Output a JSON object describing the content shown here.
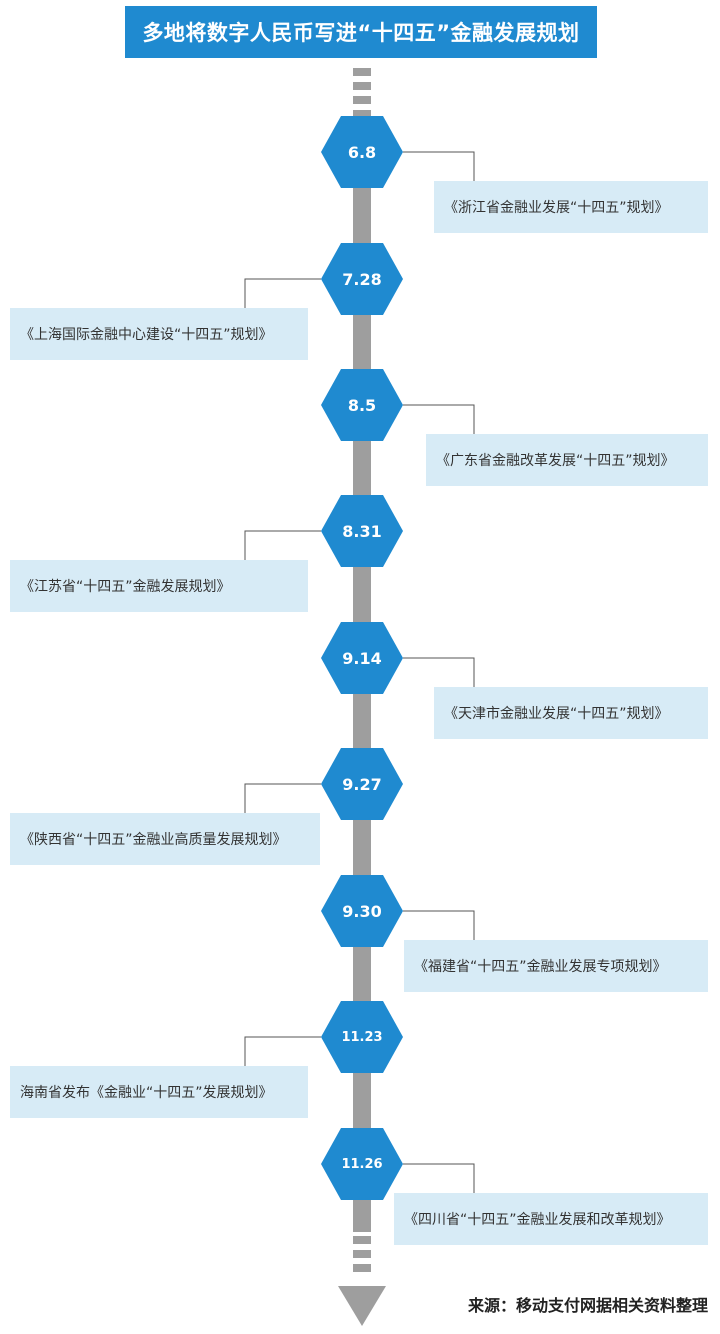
{
  "title": "多地将数字人民币写进“十四五”金融发展规划",
  "source": "来源：移动支付网据相关资料整理",
  "colors": {
    "title_bg": "#1f8ad0",
    "hex": "#1f8ad0",
    "label_bg": "#d7ebf6",
    "timeline": "#9e9e9e",
    "connector": "#555555"
  },
  "events": [
    {
      "date": "6.8",
      "plan": "《浙江省金融业发展“十四五”规划》"
    },
    {
      "date": "7.28",
      "plan": "《上海国际金融中心建设“十四五”规划》"
    },
    {
      "date": "8.5",
      "plan": "《广东省金融改革发展“十四五”规划》"
    },
    {
      "date": "8.31",
      "plan": "《江苏省“十四五”金融发展规划》"
    },
    {
      "date": "9.14",
      "plan": "《天津市金融业发展“十四五”规划》"
    },
    {
      "date": "9.27",
      "plan": "《陕西省“十四五”金融业高质量发展规划》"
    },
    {
      "date": "9.30",
      "plan": "《福建省“十四五”金融业发展专项规划》"
    },
    {
      "date": "11.23",
      "plan": "海南省发布《金融业“十四五”发展规划》"
    },
    {
      "date": "11.26",
      "plan": "《四川省“十四五”金融业发展和改革规划》"
    }
  ]
}
